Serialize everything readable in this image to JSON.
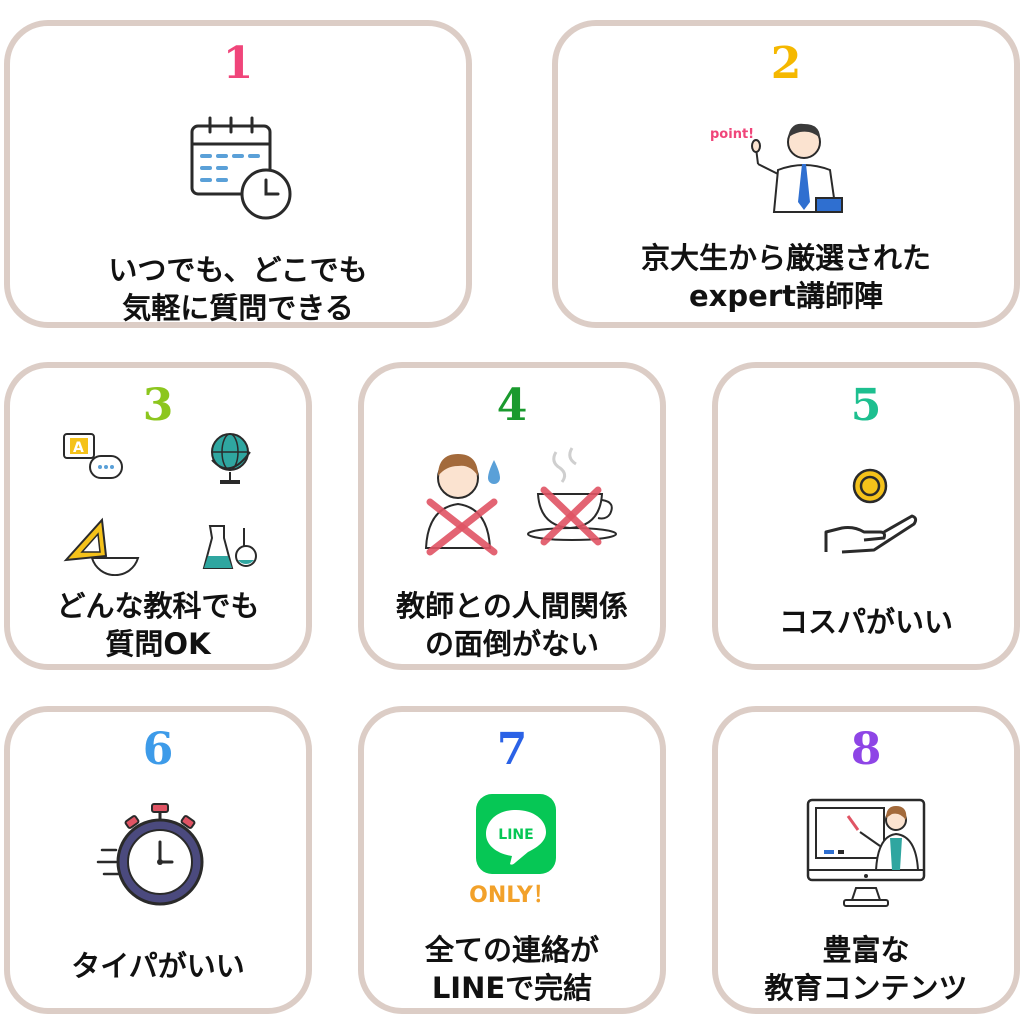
{
  "cards": [
    {
      "number": "1",
      "color": "#f0457a",
      "icon": "calendar-clock-icon",
      "lines": [
        "いつでも、どこでも",
        "気軽に質問できる"
      ]
    },
    {
      "number": "2",
      "color": "#f5b800",
      "icon": "teacher-pointing-icon",
      "badge": "point!",
      "lines": [
        "京大生から厳選された",
        "expert講師陣"
      ]
    },
    {
      "number": "3",
      "color": "#8cc61e",
      "icon": "subjects-icons",
      "lines": [
        "どんな教科でも",
        "質問OK"
      ]
    },
    {
      "number": "4",
      "color": "#1a9a2e",
      "icon": "no-stress-icon",
      "lines": [
        "教師との人間関係",
        "の面倒がない"
      ]
    },
    {
      "number": "5",
      "color": "#1dbf8f",
      "icon": "coin-hand-icon",
      "lines": [
        "コスパがいい"
      ]
    },
    {
      "number": "6",
      "color": "#3d9be9",
      "icon": "stopwatch-icon",
      "lines": [
        "タイパがいい"
      ]
    },
    {
      "number": "7",
      "color": "#2b62e6",
      "icon": "line-app-icon",
      "app_label": "LINE",
      "badge": "ONLY！",
      "lines": [
        "全ての連絡が",
        "LINEで完結"
      ]
    },
    {
      "number": "8",
      "color": "#8e45e6",
      "icon": "online-teacher-icon",
      "lines": [
        "豊富な",
        "教育コンテンツ"
      ]
    }
  ]
}
